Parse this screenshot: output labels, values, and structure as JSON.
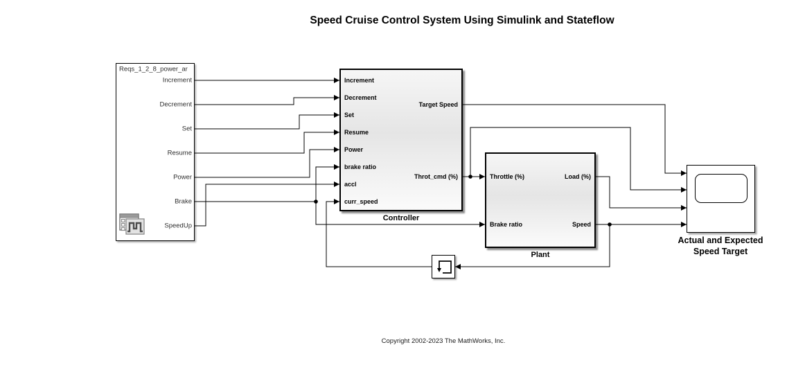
{
  "title": "Speed Cruise Control System Using Simulink and Stateflow",
  "copyright": "Copyright 2002-2023 The MathWorks, Inc.",
  "signal_builder": {
    "name": "Reqs_1_2_8_power_ar",
    "outputs": [
      "Increment",
      "Decrement",
      "Set",
      "Resume",
      "Power",
      "Brake",
      "SpeedUp"
    ]
  },
  "controller": {
    "name": "Controller",
    "inputs": [
      "Increment",
      "Decrement",
      "Set",
      "Resume",
      "Power",
      "brake ratio",
      "accl",
      "curr_speed"
    ],
    "outputs": [
      "Target Speed",
      "Throt_cmd (%)"
    ]
  },
  "plant": {
    "name": "Plant",
    "inputs": [
      "Throttle (%)",
      "Brake ratio"
    ],
    "outputs": [
      "Load (%)",
      "Speed"
    ]
  },
  "scope": {
    "name_line1": "Actual and Expected",
    "name_line2": "Speed Target"
  },
  "icons": {
    "signal_builder_icon": "signal-builder-waveform",
    "memory_icon": "memory-feedback-loop",
    "scope_icon": "scope-screen"
  },
  "colors": {
    "wire": "#000000",
    "block_border": "#000000",
    "background": "#ffffff"
  }
}
